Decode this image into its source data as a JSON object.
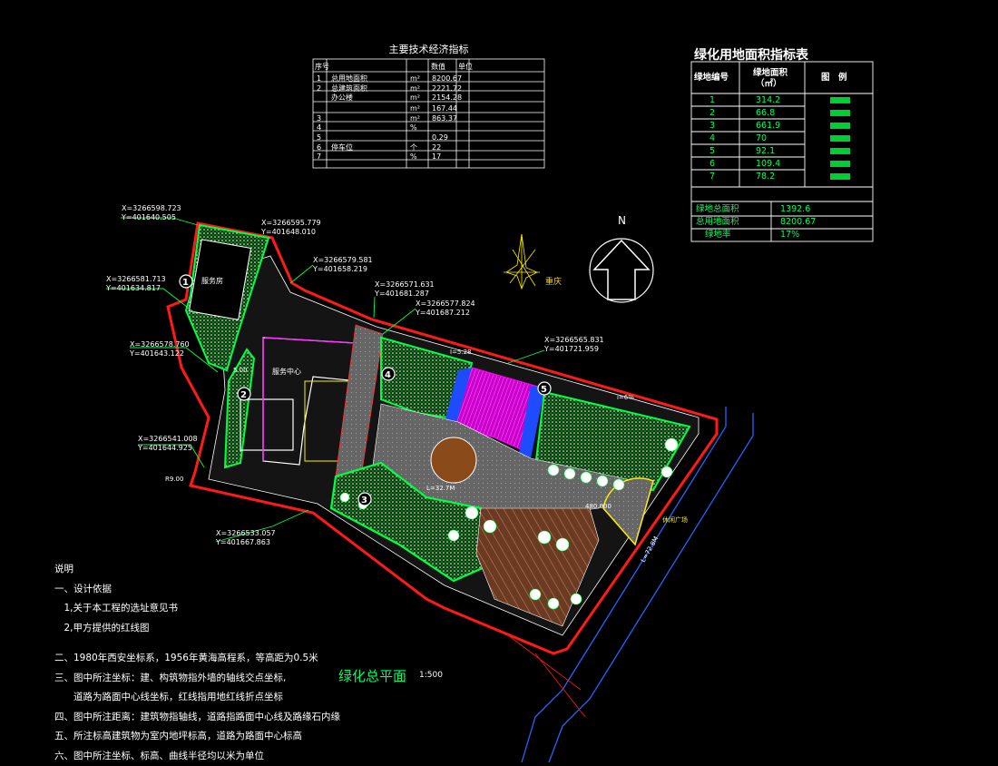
{
  "tech_table": {
    "title": "主要技术经济指标",
    "headers": [
      "序号",
      "",
      "数值",
      "单位"
    ],
    "rows": [
      {
        "no": "1",
        "item": "总用地面积",
        "unit": "m²",
        "value": "8200.67"
      },
      {
        "no": "2",
        "item": "总建筑面积",
        "unit": "m²",
        "value": "2221.72"
      },
      {
        "no": "",
        "item": "办公楼",
        "unit": "m²",
        "value": "2154.28"
      },
      {
        "no": "",
        "item": "",
        "unit": "m²",
        "value": "167.44"
      },
      {
        "no": "3",
        "item": "",
        "unit": "m²",
        "value": "863.37"
      },
      {
        "no": "4",
        "item": "",
        "unit": "%",
        "value": ""
      },
      {
        "no": "5",
        "item": "",
        "unit": "",
        "value": "0.29"
      },
      {
        "no": "6",
        "item": "停车位",
        "unit": "个",
        "value": "22"
      },
      {
        "no": "7",
        "item": "",
        "unit": "%",
        "value": "17"
      }
    ]
  },
  "green_table": {
    "title": "绿化用地面积指标表",
    "headers": [
      "绿地编号",
      "绿地面积",
      "（㎡）",
      "图　例"
    ],
    "rows": [
      {
        "no": "1",
        "area": "314.2"
      },
      {
        "no": "2",
        "area": "66.8"
      },
      {
        "no": "3",
        "area": "661.9"
      },
      {
        "no": "4",
        "area": "70"
      },
      {
        "no": "5",
        "area": "92.1"
      },
      {
        "no": "6",
        "area": "109.4"
      },
      {
        "no": "7",
        "area": "78.2"
      }
    ],
    "summary": [
      {
        "label": "绿地总面积",
        "value": "1392.6"
      },
      {
        "label": "总用地面积",
        "value": "8200.67"
      },
      {
        "label": "绿地率",
        "value": "17%"
      }
    ],
    "swatch_color": "#00cc33"
  },
  "coordinates": [
    {
      "x": "X=3266598.723",
      "y": "Y=401640.505"
    },
    {
      "x": "X=3266595.779",
      "y": "Y=401648.010"
    },
    {
      "x": "X=3266581.713",
      "y": "Y=401634.817"
    },
    {
      "x": "X=3266579.581",
      "y": "Y=401658.219"
    },
    {
      "x": "X=3266571.631",
      "y": "Y=401681.287"
    },
    {
      "x": "X=3266577.824",
      "y": "Y=401687.212"
    },
    {
      "x": "X=3266578.760",
      "y": "Y=401643.122"
    },
    {
      "x": "X=3266565.831",
      "y": "Y=401721.959"
    },
    {
      "x": "X=3266541.008",
      "y": "Y=401644.925"
    },
    {
      "x": "X=3266533.057",
      "y": "Y=401667.863"
    }
  ],
  "plan_labels": {
    "building_1": "服务中心",
    "building_2": "服务房",
    "plaza": "休闲广场",
    "north": "N",
    "city": "重庆",
    "zone_numbers": [
      "1",
      "2",
      "3",
      "4",
      "5"
    ],
    "dims": [
      "5.00",
      "R9.00",
      "480.000",
      "1:500"
    ]
  },
  "notes": {
    "heading": "说明",
    "lines": [
      "一、设计依据",
      "　1,关于本工程的选址意见书",
      "　2,甲方提供的红线图",
      "",
      "二、1980年西安坐标系，1956年黄海高程系，等高距为0.5米",
      "三、图中所注坐标：建、构筑物指外墙的轴线交点坐标,",
      "　　道路为路面中心线坐标，红线指用地红线折点坐标",
      "四、图中所注距离：建筑物指轴线，道路指路面中心线及路缘石内缘",
      "五、所注标高建筑物为室内地坪标高，道路为路面中心标高",
      "六、图中所注坐标、标高、曲线半径均以米为单位"
    ]
  },
  "drawing": {
    "title": "绿化总平面",
    "scale": "1:500"
  },
  "colors": {
    "redline": "#ff1a1a",
    "green": "#00dd33",
    "magenta": "#ff00ff",
    "blue": "#2266ff",
    "road": "#8a8a8a",
    "brown": "#8b4a2a",
    "yellow": "#ffee00",
    "cyan": "#33ccff"
  }
}
